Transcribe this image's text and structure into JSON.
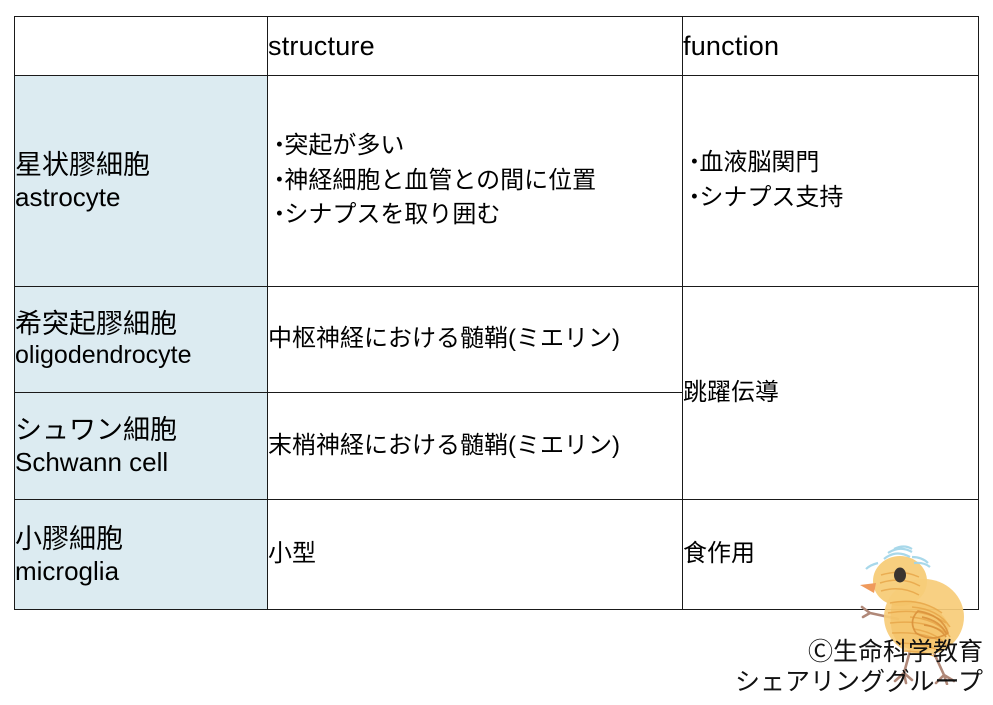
{
  "table": {
    "headers": [
      "",
      "structure",
      "function"
    ],
    "rows": [
      {
        "name_jp": "星状膠細胞",
        "name_en": "astrocyte",
        "structure_bullets": [
          "突起が多い",
          "神経細胞と血管との間に位置",
          "シナプスを取り囲む"
        ],
        "function_bullets": [
          "血液脳関門",
          "シナプス支持"
        ]
      },
      {
        "name_jp": "希突起膠細胞",
        "name_en": "oligodendrocyte",
        "structure_text": "中枢神経における髄鞘(ミエリン)",
        "function_text": "跳躍伝導"
      },
      {
        "name_jp": "シュワン細胞",
        "name_en": "Schwann cell",
        "structure_text": "末梢神経における髄鞘(ミエリン)"
      },
      {
        "name_jp": "小膠細胞",
        "name_en": "microglia",
        "structure_text": "小型",
        "function_text": "食作用"
      }
    ]
  },
  "bullet_mark": "・",
  "watermark": {
    "line1": "Ⓒ生命科学教育",
    "line2": "シェアリンググループ"
  },
  "illustration": {
    "name": "chick-drawing",
    "body_color": "#f5c465",
    "body_shade": "#e8a74a",
    "crest_color": "#9fd4e8",
    "beak_color": "#ef9a5c",
    "leg_color": "#b08878",
    "eye_color": "#3a3430"
  },
  "colors": {
    "name_column_fill": "#dcebf1",
    "border": "#1a1a1a",
    "background": "#ffffff",
    "text": "#000000"
  }
}
